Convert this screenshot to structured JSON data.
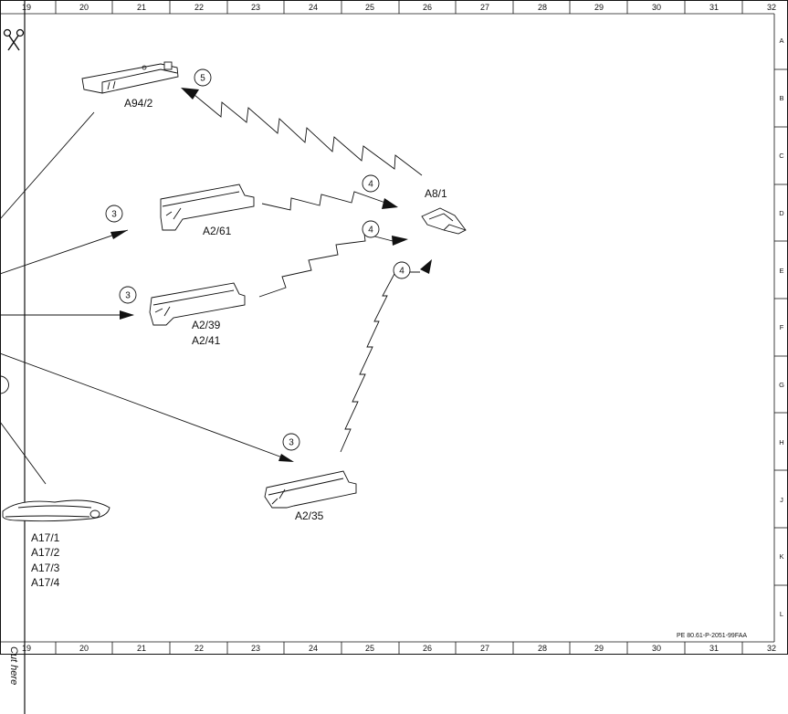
{
  "diagram": {
    "grid_columns": [
      "19",
      "20",
      "21",
      "22",
      "23",
      "24",
      "25",
      "26",
      "27",
      "28",
      "29",
      "30",
      "31",
      "32"
    ],
    "grid_rows": [
      "A",
      "B",
      "C",
      "D",
      "E",
      "F",
      "G",
      "H",
      "J",
      "K",
      "L"
    ],
    "reference_code": "PE 80.61-P-2051-99FAA",
    "cut_label": "Cut here",
    "components": [
      {
        "id": "a94-2",
        "lines": [
          "A94/2"
        ]
      },
      {
        "id": "a8-1",
        "lines": [
          "A8/1"
        ]
      },
      {
        "id": "a2-61",
        "lines": [
          "A2/61"
        ]
      },
      {
        "id": "a2-39",
        "lines": [
          "A2/39",
          "A2/41"
        ]
      },
      {
        "id": "a2-35",
        "lines": [
          "A2/35"
        ]
      },
      {
        "id": "a17",
        "lines": [
          "A17/1",
          "A17/2",
          "A17/3",
          "A17/4"
        ]
      }
    ],
    "signal_badges": [
      "5",
      "4",
      "4",
      "4",
      "3",
      "3",
      "3"
    ]
  }
}
